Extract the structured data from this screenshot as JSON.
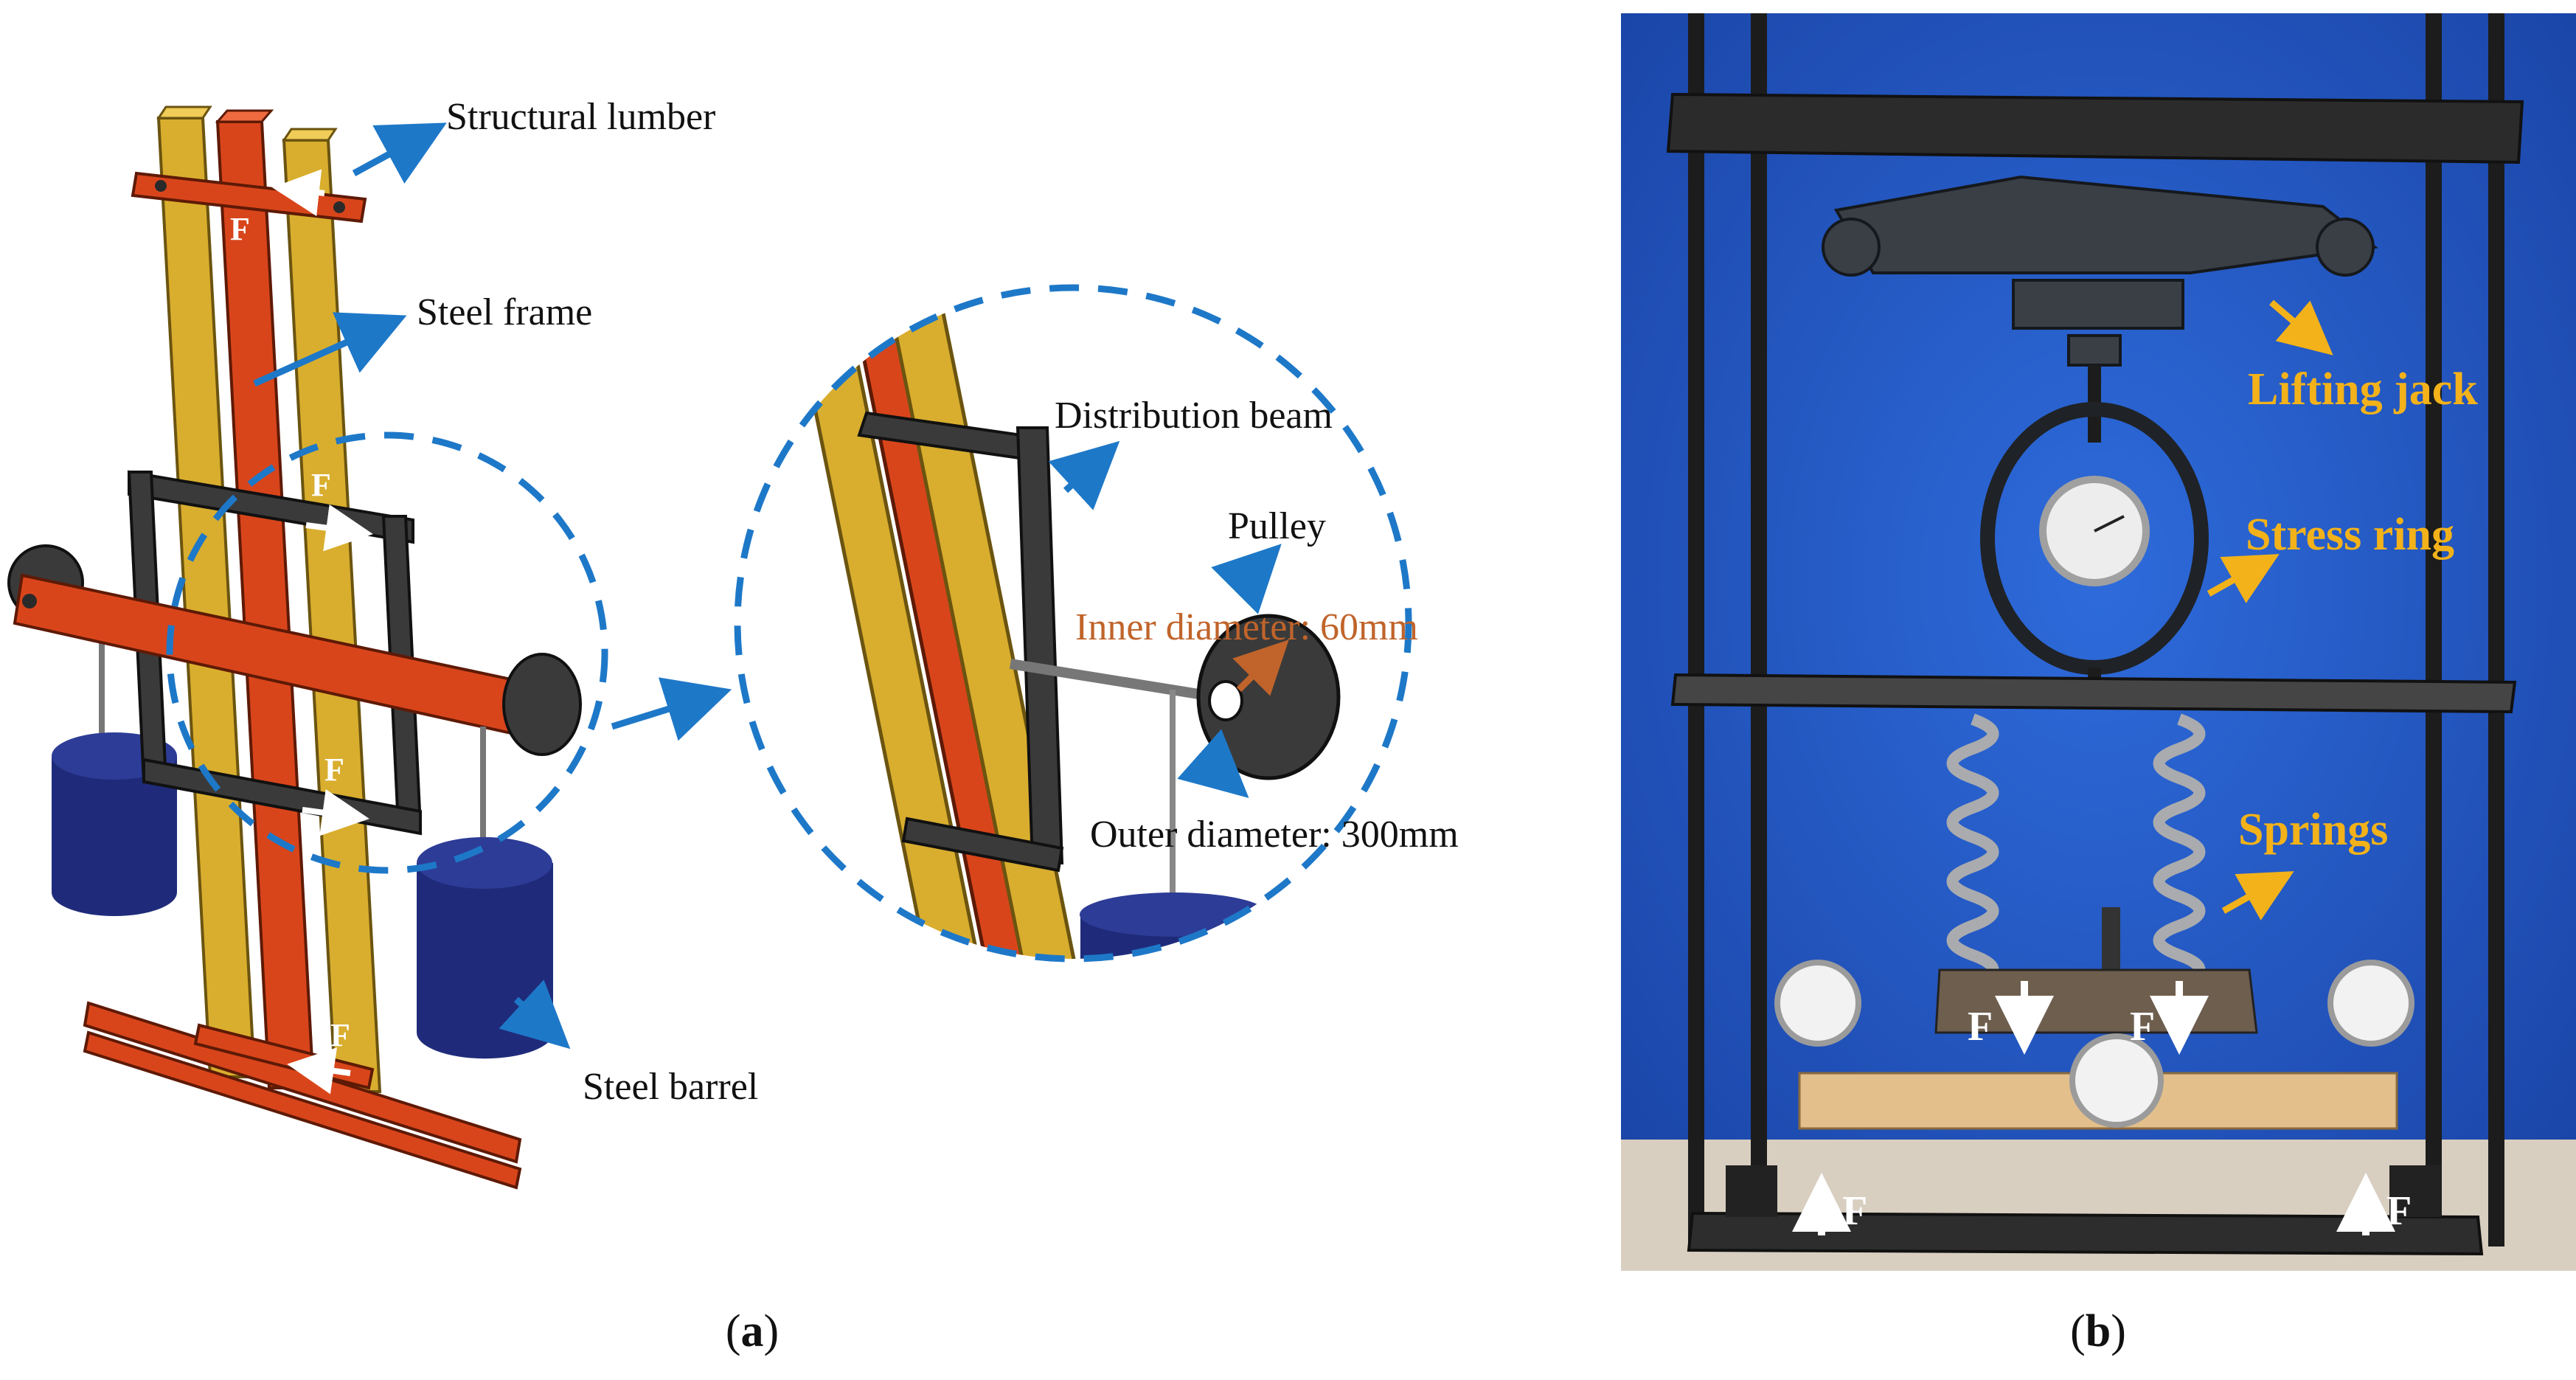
{
  "panel_a": {
    "labels": {
      "structural_lumber": "Structural lumber",
      "steel_frame": "Steel frame",
      "distribution_beam": "Distribution beam",
      "pulley": "Pulley",
      "inner_diameter": "Inner diameter: 60mm",
      "outer_diameter": "Outer diameter: 300mm",
      "steel_barrel": "Steel barrel"
    },
    "force_symbol": "F",
    "caption_open": "(",
    "caption_letter": "a",
    "caption_close": ")"
  },
  "panel_b": {
    "labels": {
      "lifting_jack": "Lifting jack",
      "stress_ring": "Stress ring",
      "springs": "Springs"
    },
    "force_symbol": "F",
    "caption_open": "(",
    "caption_letter": "b",
    "caption_close": ")"
  },
  "colors": {
    "steel_frame": "#D9451B",
    "lumber": "#D9AE2E",
    "distribution_beam": "#3A3A3A",
    "barrel": "#1F2B7A",
    "leader_arrow": "#1E78C8",
    "photo_backdrop": "#2257C7",
    "annotation_yellow": "#F3B21A"
  }
}
